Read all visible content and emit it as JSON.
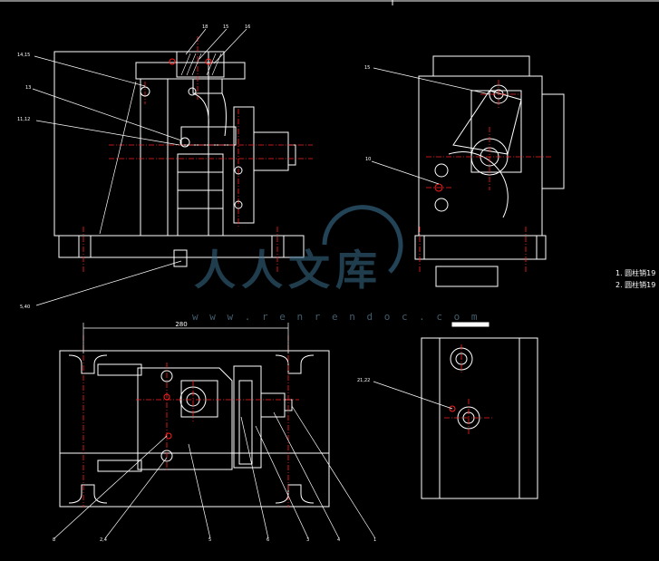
{
  "drawing": {
    "dim_width": "280",
    "tech_notes": [
      "1.  圆柱销19",
      "2.  圆柱销19"
    ],
    "balloons": {
      "front_top": [
        "18",
        "15",
        "16"
      ],
      "front_left": [
        "14,15",
        "13",
        "11,12",
        "5,40"
      ],
      "side": [
        "15",
        "10"
      ],
      "plan_bottom": [
        "8",
        "2,4",
        "5",
        "6",
        "3",
        "4",
        "1"
      ],
      "detail": [
        "21,22"
      ]
    }
  },
  "watermark": {
    "text": "人人文库",
    "url": "w w w . r e n r e n d o c . c o m"
  },
  "colors": {
    "background": "#000000",
    "line": "#ffffff",
    "center": "#ff2020",
    "watermark": "#3b6f8f"
  }
}
